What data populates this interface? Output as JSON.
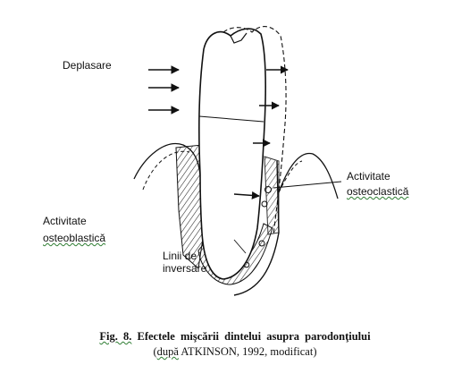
{
  "labels": {
    "displacement": "Deplasare",
    "osteoclastic_line1": "Activitate",
    "osteoclastic_line2": "osteoclastică",
    "osteoblastic_line1": "Activitate",
    "osteoblastic_line2": "osteoblastică",
    "reversal_line1": "Linii de",
    "reversal_line2": "inversare"
  },
  "caption": {
    "fig": "Fig. 8.",
    "title": "Efectele mişcării dintelui asupra parodonţiului",
    "source_open": "(",
    "source_word": "după",
    "source_rest": " ATKINSON, 1992, modificat)"
  },
  "colors": {
    "ink": "#111111",
    "spellcheck_underline": "#2e7d32"
  }
}
